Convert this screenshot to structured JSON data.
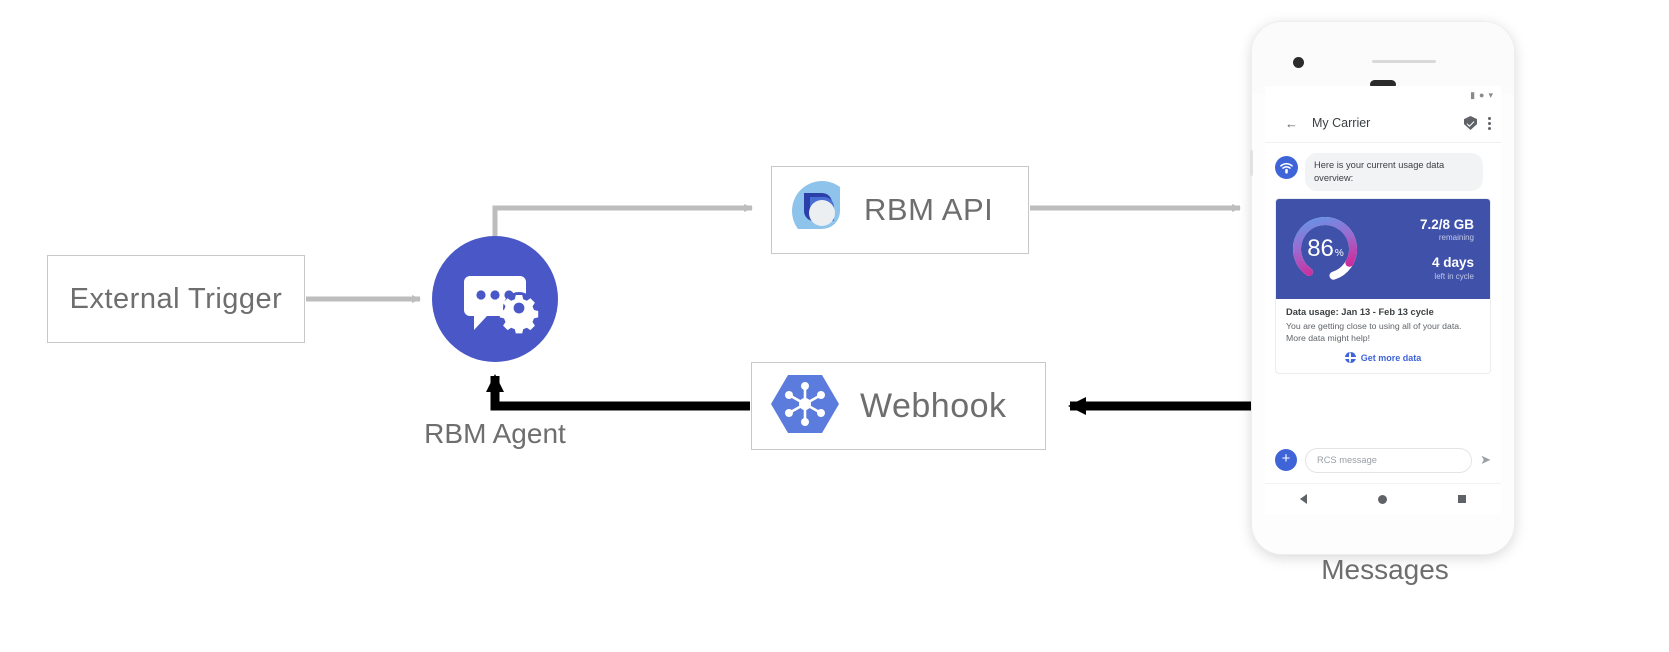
{
  "diagram": {
    "nodes": {
      "external_trigger": "External Trigger",
      "rbm_api": "RBM API",
      "webhook": "Webhook",
      "rbm_agent_caption": "RBM Agent",
      "messages_caption": "Messages"
    },
    "colors": {
      "agent_blue": "#4a57c6",
      "webhook_blue": "#5b7bdd",
      "api_light_blue": "#87c0ea",
      "arrow_grey": "#bdbdbd",
      "arrow_black": "#000000",
      "box_border": "#c8c8c8",
      "label_grey": "#6e6e6e"
    },
    "icons": {
      "agent": "chat-gear-icon",
      "api": "rbm-api-droplet-icon",
      "webhook": "hexagon-nodes-icon"
    }
  },
  "phone": {
    "statusbar": {
      "icons": [
        "signal-icon",
        "wifi-icon",
        "battery-icon"
      ]
    },
    "appbar": {
      "back_icon": "back-arrow-icon",
      "title": "My Carrier",
      "verified_icon": "verified-shield-icon",
      "overflow_icon": "overflow-menu-icon"
    },
    "thread": {
      "avatar_icon": "carrier-wifi-avatar-icon",
      "message": "Here is your current usage data overview:"
    },
    "rich_card": {
      "gauge": {
        "percent": "86",
        "percent_symbol": "%"
      },
      "data_remaining": "7.2/8 GB",
      "data_remaining_sub": "remaining",
      "days_left": "4 days",
      "days_left_sub": "left in cycle",
      "title": "Data usage: Jan 13 - Feb 13 cycle",
      "description": "You are getting close to using all of your data. More data might help!",
      "action_icon": "globe-icon",
      "action_label": "Get more data",
      "hero_bg": "#3f51a8"
    },
    "composer": {
      "plus_label": "+",
      "placeholder": "RCS message",
      "send_icon": "send-icon"
    },
    "navbar": {
      "back": "nav-back-icon",
      "home": "nav-home-icon",
      "recents": "nav-recents-icon"
    }
  }
}
